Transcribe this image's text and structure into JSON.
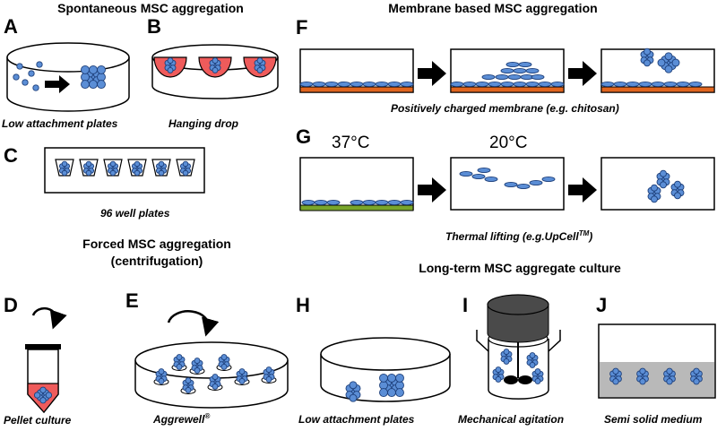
{
  "headings": {
    "spontaneous": "Spontaneous MSC aggregation",
    "membrane": "Membrane based MSC aggregation",
    "forced_line1": "Forced MSC aggregation",
    "forced_line2": "(centrifugation)",
    "longterm": "Long-term MSC aggregate culture"
  },
  "panels": {
    "A": {
      "letter": "A",
      "caption": "Low attachment plates"
    },
    "B": {
      "letter": "B",
      "caption": "Hanging drop"
    },
    "C": {
      "letter": "C",
      "caption": "96 well plates"
    },
    "D": {
      "letter": "D",
      "caption": "Pellet culture"
    },
    "E": {
      "letter": "E",
      "caption": "Aggrewell",
      "caption_mark": "®"
    },
    "F": {
      "letter": "F",
      "caption": "Positively charged membrane (e.g. chitosan)"
    },
    "G": {
      "letter": "G",
      "caption": "Thermal lifting (e.g.UpCell",
      "caption_mark": "TM",
      "caption_end": ")",
      "temp_left": "37°C",
      "temp_right": "20°C"
    },
    "H": {
      "letter": "H",
      "caption": "Low attachment plates"
    },
    "I": {
      "letter": "I",
      "caption": "Mechanical agitation"
    },
    "J": {
      "letter": "J",
      "caption": "Semi solid medium"
    }
  },
  "colors": {
    "cell_fill": "#5b8ed6",
    "cell_stroke": "#1d3f7a",
    "membrane_orange": "#e0651e",
    "thermo_green": "#7aa62a",
    "drop_red": "#ef5b5b",
    "semi_solid_gray": "#b9b9b9",
    "lid_dark": "#4a4a4a"
  }
}
